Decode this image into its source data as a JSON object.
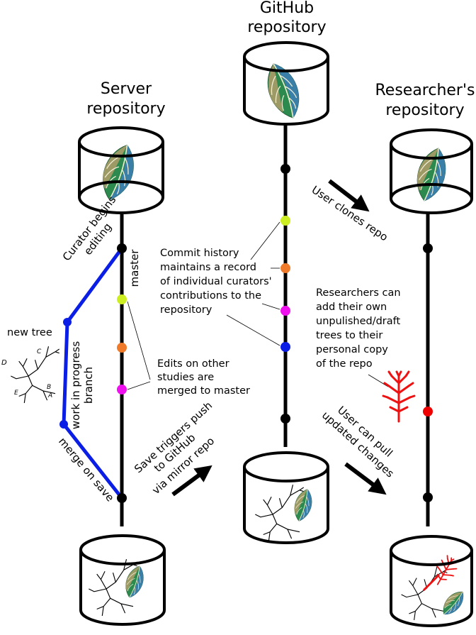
{
  "titles": {
    "github": [
      "GitHub",
      "repository"
    ],
    "server": [
      "Server",
      "repository"
    ],
    "researcher": [
      "Researcher's",
      "repository"
    ]
  },
  "labels": {
    "curator_begins": [
      "Curator begins",
      "editing"
    ],
    "master": "master",
    "new_tree": "new tree",
    "work_in_progress": [
      "work in progress",
      "branch"
    ],
    "merge_on_save": "merge on save",
    "edits_other": [
      "Edits on other",
      "studies are",
      "merged to master"
    ],
    "commit_history": [
      "Commit history",
      "maintains a record",
      "of individual curators'",
      "contributions to the",
      "repository"
    ],
    "save_triggers": [
      "Save triggers push",
      "to GitHub",
      "via mirror repo"
    ],
    "user_clones": "User clones repo",
    "researchers_add": [
      "Researchers can",
      "add their own",
      "unpulished/draft",
      "trees to their",
      "personal copy",
      "of the repo"
    ],
    "user_pull": [
      "User can pull",
      "updated changes"
    ]
  },
  "tree_letters": [
    "D",
    "B",
    "C",
    "A",
    "E"
  ],
  "colors": {
    "line": "#000000",
    "branch": "#0a1ee6",
    "commit_black": "#000000",
    "commit_yellow": "#ccee22",
    "commit_orange": "#ee7a2a",
    "commit_magenta": "#ee11ee",
    "commit_blue": "#0a1ee6",
    "commit_red": "#ee0000",
    "red_tree": "#ee1111",
    "leaf_olive": "#9e9a66",
    "leaf_green": "#2d8a4e",
    "leaf_blue": "#3a7fa8"
  },
  "icons": [
    "repository-cylinder-icon",
    "leaf-logo-icon",
    "phylogenetic-tree-icon",
    "red-tree-icon",
    "arrow-icon"
  ]
}
